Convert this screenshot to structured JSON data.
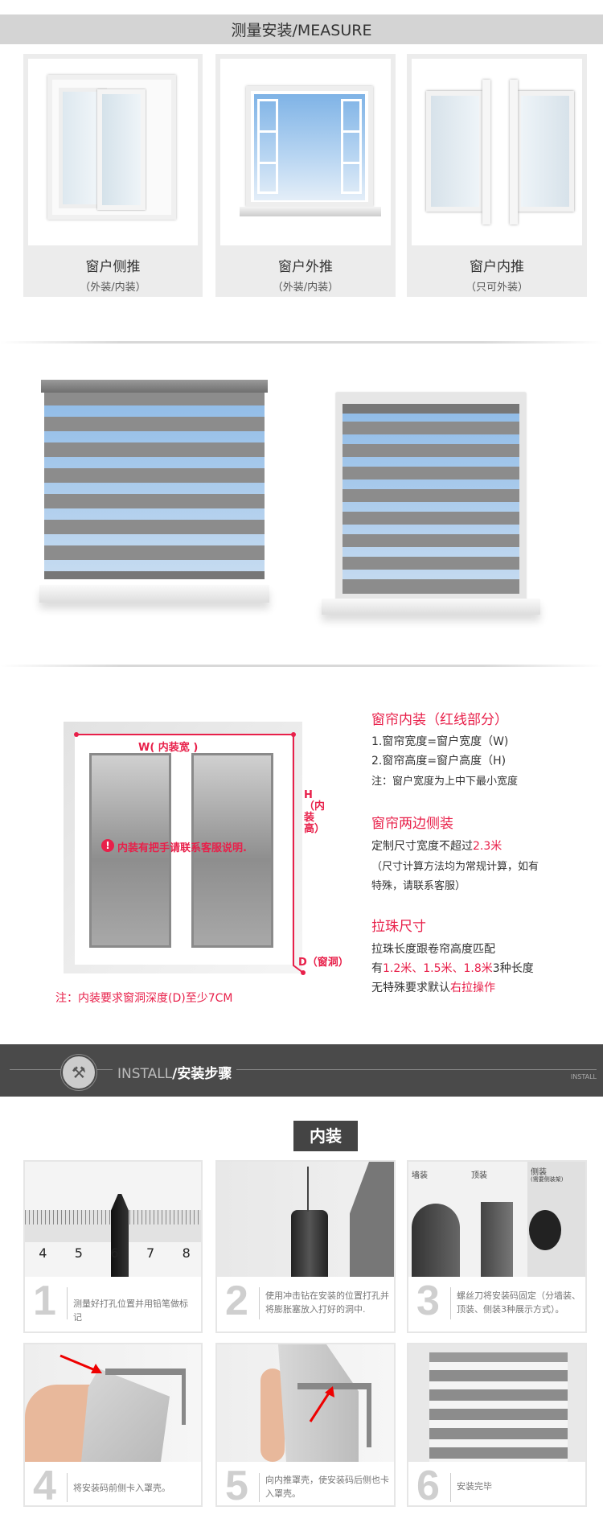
{
  "header": {
    "title": "测量安装/MEASURE"
  },
  "window_types": [
    {
      "title": "窗户侧推",
      "subtitle": "（外装/内装）"
    },
    {
      "title": "窗户外推",
      "subtitle": "（外装/内装）"
    },
    {
      "title": "窗户内推",
      "subtitle": "（只可外装）"
    }
  ],
  "diagram": {
    "w_label": "W( 内装宽 )",
    "h_label": "H（内装高）",
    "d_label": "D（窗洞）",
    "warning": "内装有把手请联系客服说明.",
    "bottom_note": "注：内装要求窗洞深度(D)至少7CM"
  },
  "info": {
    "s1_title": "窗帘内装（红线部分）",
    "s1_line1": "1.窗帘宽度=窗户宽度（W)",
    "s1_line2": "2.窗帘高度=窗户高度（H)",
    "s1_note": "注：窗户宽度为上中下最小宽度",
    "s2_title": "窗帘两边侧装",
    "s2_line1_a": "定制尺寸宽度不超过",
    "s2_line1_b": "2.3米",
    "s2_note1": "（尺寸计算方法均为常规计算，如有",
    "s2_note2": "特殊，请联系客服）",
    "s3_title": "拉珠尺寸",
    "s3_line1": "拉珠长度跟卷帘高度匹配",
    "s3_l2_a": "有",
    "s3_l2_b": "1.2米、1.5米、1.8米",
    "s3_l2_c": "3种长度",
    "s3_l3_a": "无特殊要求默认",
    "s3_l3_b": "右拉操作"
  },
  "install": {
    "title_en": "INSTALL",
    "title_cn": "/安装步骤",
    "right_label": "INSTALL",
    "badge": "内装",
    "step3_labels": [
      "墙装",
      "顶装",
      "侧装",
      "(需要侧装架)"
    ],
    "ruler_numbers": [
      "4",
      "5",
      "6",
      "7",
      "8"
    ],
    "steps": [
      {
        "num": "1",
        "text": "测量好打孔位置并用铅笔做标记"
      },
      {
        "num": "2",
        "text": "使用冲击钻在安装的位置打孔并将膨胀塞放入打好的洞中."
      },
      {
        "num": "3",
        "text": "螺丝刀将安装码固定（分墙装、顶装、侧装3种展示方式）。"
      },
      {
        "num": "4",
        "text": "将安装码前侧卡入罩壳。"
      },
      {
        "num": "5",
        "text": "向内推罩壳，使安装码后侧也卡入罩壳。"
      },
      {
        "num": "6",
        "text": "安装完毕"
      }
    ]
  },
  "colors": {
    "accent_red": "#e8204a",
    "header_gray": "#d4d4d4",
    "band_dark": "#4a4a4a",
    "stripe_gray": "#8c8c8c"
  }
}
